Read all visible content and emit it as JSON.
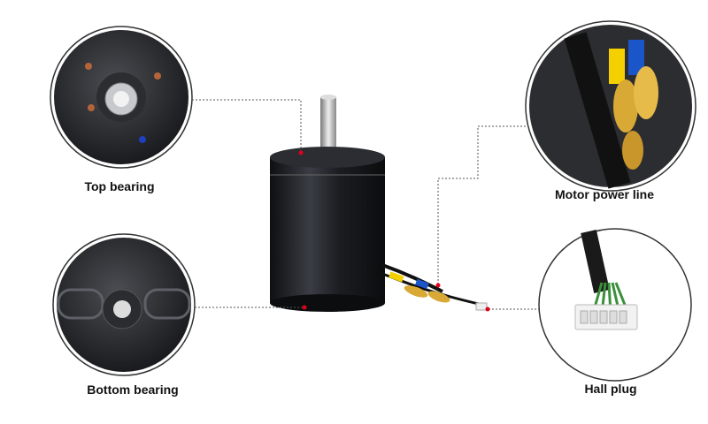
{
  "callouts": {
    "top_bearing": "Top bearing",
    "bottom_bearing": "Bottom bearing",
    "motor_power_line": "Motor power line",
    "hall_plug": "Hall plug"
  },
  "colors": {
    "motor_body": "#1a1c20",
    "leader_line": "#555555",
    "marker_dot": "#e0001a"
  }
}
